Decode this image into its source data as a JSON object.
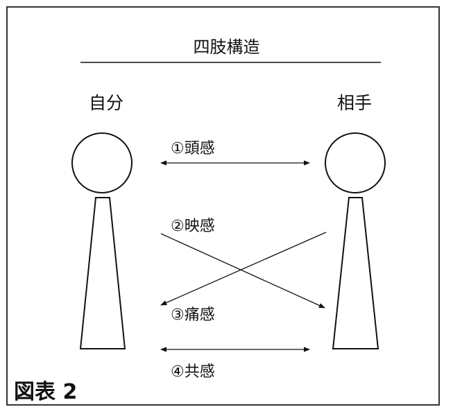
{
  "title": "四肢構造",
  "figures": {
    "self": "自分",
    "partner": "相手"
  },
  "relations": [
    {
      "label": "①頭感",
      "arrow": "bidirectional"
    },
    {
      "label": "②映感",
      "arrow": "self-to-partner"
    },
    {
      "label": "③痛感",
      "arrow": "partner-to-self"
    },
    {
      "label": "④共感",
      "arrow": "bidirectional"
    }
  ],
  "figure_label": "図表 2"
}
